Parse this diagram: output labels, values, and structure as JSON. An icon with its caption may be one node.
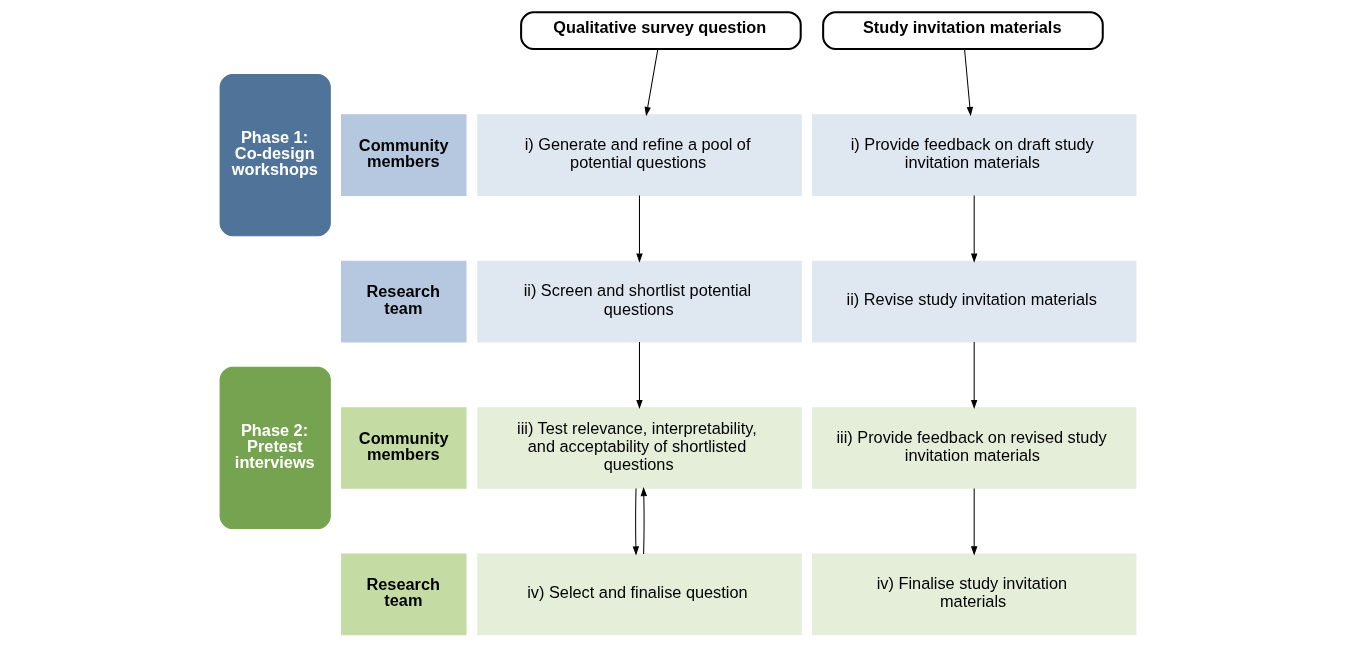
{
  "diagram": {
    "nodes": [
      {
        "text": [
          "Qualitative survey question"
        ]
      },
      {
        "text": [
          "Study invitation materials"
        ]
      },
      {
        "text": [
          "Phase 1: Co-design workshops"
        ]
      },
      {
        "text": [
          "Community members"
        ]
      },
      {
        "text": [
          "i) Generate and refine a pool of potential questions"
        ]
      },
      {
        "text": [
          "i) Provide feedback on draft study invitation materials"
        ]
      },
      {
        "text": [
          "Research team"
        ]
      },
      {
        "text": [
          "ii) Screen and shortlist potential questions"
        ]
      },
      {
        "text": [
          "ii) Revise study invitation materials"
        ]
      },
      {
        "text": [
          "Phase 2: Pretest interviews"
        ]
      },
      {
        "text": [
          "Community members"
        ]
      },
      {
        "text": [
          "iii) Test relevance, interpretability, and acceptability of shortlisted questions"
        ]
      },
      {
        "text": [
          "iii) Provide feedback on revised study invitation materials"
        ]
      },
      {
        "text": [
          "Research team"
        ]
      },
      {
        "text": [
          "iv) Select and finalise question"
        ]
      },
      {
        "text": [
          "iv) Finalise study invitation materials"
        ]
      }
    ],
    "edges": [
      {
        "from": 0,
        "to": 4,
        "arrow": "to"
      },
      {
        "from": 4,
        "to": 7,
        "arrow": "to"
      },
      {
        "from": 7,
        "to": 11,
        "arrow": "to"
      },
      {
        "from": 11,
        "to": 14,
        "arrow": "to"
      },
      {
        "from": 14,
        "to": 11,
        "arrow": "to"
      },
      {
        "from": 1,
        "to": 5,
        "arrow": "to"
      },
      {
        "from": 5,
        "to": 8,
        "arrow": "to"
      },
      {
        "from": 8,
        "to": 12,
        "arrow": "to"
      },
      {
        "from": 12,
        "to": 15,
        "arrow": "to"
      }
    ]
  }
}
